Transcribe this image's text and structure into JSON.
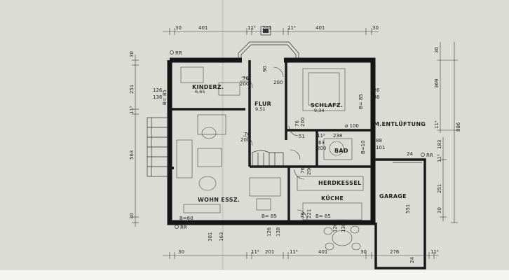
{
  "plan": {
    "rooms": {
      "kinderz": "KINDERZ.",
      "flur": "FLUR",
      "schlafz": "SCHLAFZ.",
      "bad": "BAD",
      "herdkessel": "HERDKESSEL",
      "kueche": "KÜCHE",
      "wohn": "WOHN  ESSZ.",
      "garage": "GARAGE",
      "entlueftung": "M.ENTLÜFTUNG"
    },
    "top_dims": [
      "30",
      "401",
      "11⁵",
      "201",
      "11⁵",
      "401",
      "30"
    ],
    "bottom_dims": [
      "30",
      "301",
      "163",
      "11⁵",
      "201",
      "11⁵",
      "401",
      "30",
      "276",
      "11⁵"
    ],
    "left_dims": [
      "30",
      "251",
      "11⁵",
      "563",
      "30"
    ],
    "right_dims": [
      "30",
      "369",
      "11⁵",
      "886",
      "183",
      "11⁵",
      "251",
      "30",
      "551",
      "24",
      "24"
    ],
    "openings": [
      {
        "key": "d1",
        "w": "76",
        "h": "200"
      },
      {
        "key": "d2",
        "w": "90",
        "h": "200"
      },
      {
        "key": "d3",
        "w": "76",
        "h": "200"
      },
      {
        "key": "d4",
        "w": "76",
        "h": "200"
      },
      {
        "key": "d5",
        "w": "76",
        "h": "200"
      },
      {
        "key": "d6",
        "w": "63",
        "h": "200"
      },
      {
        "key": "d7",
        "w": "76",
        "h": "200"
      },
      {
        "key": "d8",
        "w": "76",
        "h": "221"
      }
    ],
    "windows": {
      "kinder": {
        "w": "126",
        "h": "138",
        "b": "B= 85"
      },
      "schlaf": {
        "w": "126",
        "h": "138",
        "b": "B= 85"
      },
      "bad": {
        "w": "88",
        "h": "101",
        "b": "B=10"
      },
      "wohn": "B=60",
      "k1": "B= 85",
      "k2": "B= 85",
      "w_bot": {
        "w": "126",
        "h": "138"
      },
      "k_bot": {
        "w": "126",
        "h": "138"
      },
      "flur_small": {
        "w": "51"
      }
    },
    "misc": {
      "oRR_tl": "RR",
      "oRR_bl": "RR",
      "oRR_r": "RR",
      "phi": "ø 100",
      "bad_11": "11⁵",
      "bad_238": "238",
      "area1": "6,65",
      "area2": "9,51",
      "area3": "9,34"
    }
  }
}
